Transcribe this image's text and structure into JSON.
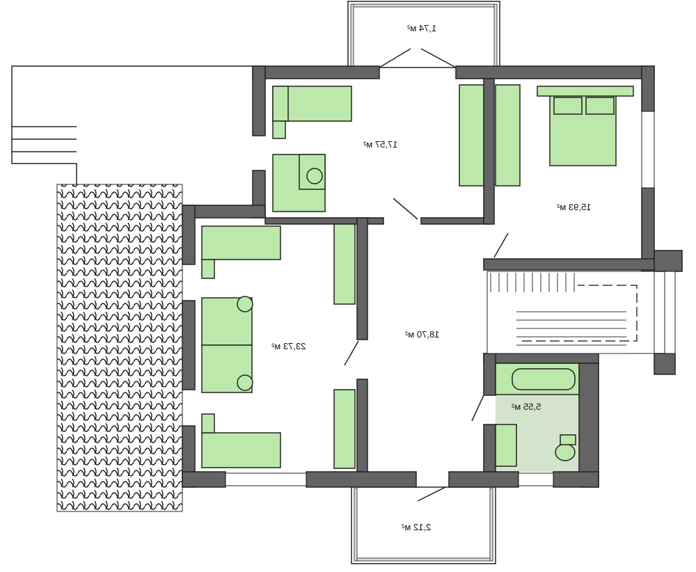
{
  "plan": {
    "rooms": [
      {
        "id": "balcony-top",
        "area": "1,74 м²"
      },
      {
        "id": "study-room",
        "area": "17,57 м²"
      },
      {
        "id": "bedroom",
        "area": "15,93 м²"
      },
      {
        "id": "kids-room",
        "area": "23,73 м²"
      },
      {
        "id": "hall",
        "area": "18,70 м²"
      },
      {
        "id": "bathroom",
        "area": "5,55 м²"
      },
      {
        "id": "balcony-bottom",
        "area": "2,12 м²"
      }
    ],
    "colors": {
      "wall": "#646464",
      "furniture": "#bde8ab",
      "bathroom_floor": "#d4e4cc"
    }
  }
}
